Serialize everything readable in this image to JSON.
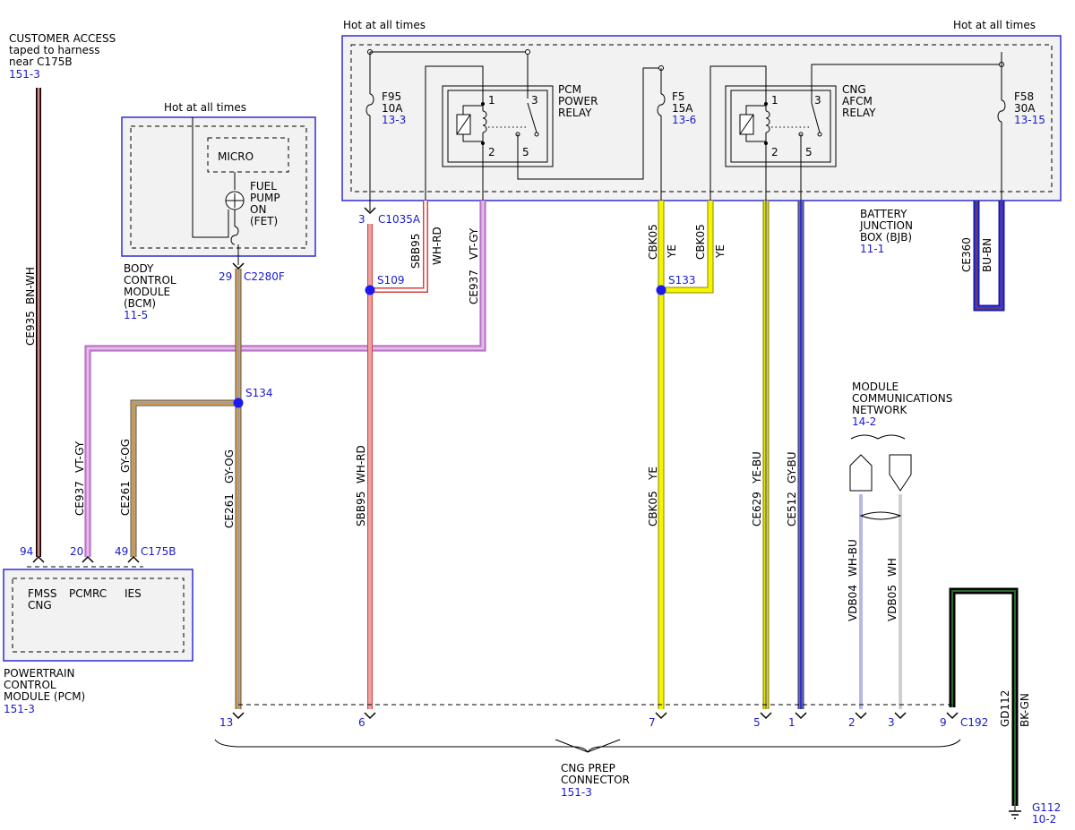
{
  "colors": {
    "box_border": "#2f2fd2",
    "box_fill": "#f2f2f2",
    "ref_text": "#1a1ad0",
    "splice_dot": "#1a1af0",
    "wire_BN_WH": "#8b1a1a",
    "wire_WH_RD": "#d94040",
    "wire_VT_GY": "#c070d0",
    "wire_GY_OG": "#c88a28",
    "wire_YE": "#f0f000",
    "wire_YE_BU": "#c8c820",
    "wire_GY_BU": "#4848a0",
    "wire_BU_BN": "#2020c0",
    "wire_BK_GN": "#1a4d1a",
    "wire_VDB04": "#8080e0",
    "wire_VDB05": "#b0b0b0"
  },
  "customer_access": {
    "line1": "CUSTOMER ACCESS",
    "line2": "taped to harness",
    "line3": "near C175B",
    "ref": "151-3"
  },
  "bjb": {
    "hot_left": "Hot at all times",
    "hot_right": "Hot at all times",
    "name_line1": "BATTERY",
    "name_line2": "JUNCTION",
    "name_line3": "BOX (BJB)",
    "ref": "11-1",
    "fuse_f95": {
      "name": "F95",
      "rating": "10A",
      "ref": "13-3"
    },
    "fuse_f5": {
      "name": "F5",
      "rating": "15A",
      "ref": "13-6"
    },
    "fuse_f58": {
      "name": "F58",
      "rating": "30A",
      "ref": "13-15"
    },
    "pcm_relay": {
      "line1": "PCM",
      "line2": "POWER",
      "line3": "RELAY",
      "pin1": "1",
      "pin2": "2",
      "pin3": "3",
      "pin5": "5"
    },
    "cng_relay": {
      "line1": "CNG",
      "line2": "AFCM",
      "line3": "RELAY",
      "pin1": "1",
      "pin2": "2",
      "pin3": "3",
      "pin5": "5"
    }
  },
  "bcm": {
    "hot": "Hot at all times",
    "micro": "MICRO",
    "fet_line1": "FUEL",
    "fet_line2": "PUMP",
    "fet_line3": "ON",
    "fet_line4": "(FET)",
    "name_line1": "BODY",
    "name_line2": "CONTROL",
    "name_line3": "MODULE",
    "name_line4": "(BCM)",
    "ref": "11-5",
    "pin": "29",
    "connector": "C2280F"
  },
  "pcm": {
    "name_line1": "POWERTRAIN",
    "name_line2": "CONTROL",
    "name_line3": "MODULE (PCM)",
    "ref": "151-3",
    "conn_fmss_1": "FMSS",
    "conn_fmss_2": "CNG",
    "conn_pcmrc": "PCMRC",
    "conn_ies": "IES",
    "pin_94": "94",
    "pin_20": "20",
    "pin_49": "49",
    "connector": "C175B"
  },
  "bjb_pins": {
    "pin3": "3",
    "connector": "C1035A"
  },
  "splices": {
    "s109": "S109",
    "s133": "S133",
    "s134": "S134"
  },
  "wires": {
    "ce935": "CE935",
    "ce935_c": "BN-WH",
    "ce937_a": "CE937",
    "ce937_a_c": "VT-GY",
    "ce937_b": "CE937",
    "ce937_b_c": "VT-GY",
    "ce261_a": "CE261",
    "ce261_a_c": "GY-OG",
    "ce261_b": "CE261",
    "ce261_b_c": "GY-OG",
    "sbb95_a": "SBB95",
    "sbb95_a_c": "WH-RD",
    "sbb95_b": "SBB95",
    "sbb95_b_c": "WH-RD",
    "cbk05_a": "CBK05",
    "cbk05_a_c": "YE",
    "cbk05_b": "CBK05",
    "cbk05_b_c": "YE",
    "cbk05_c": "CBK05",
    "cbk05_c_c": "YE",
    "ce629": "CE629",
    "ce629_c": "YE-BU",
    "ce512": "CE512",
    "ce512_c": "GY-BU",
    "ce360": "CE360",
    "ce360_c": "BU-BN",
    "vdb04": "VDB04",
    "vdb04_c": "WH-BU",
    "vdb05": "VDB05",
    "vdb05_c": "WH",
    "gd112": "GD112",
    "gd112_c": "BK-GN"
  },
  "network": {
    "line1": "MODULE",
    "line2": "COMMUNICATIONS",
    "line3": "NETWORK",
    "ref": "14-2"
  },
  "cng_conn": {
    "pin13": "13",
    "pin6": "6",
    "pin7": "7",
    "pin5": "5",
    "pin1": "1",
    "pin2": "2",
    "pin3": "3",
    "pin9": "9",
    "connector": "C192",
    "name_line1": "CNG PREP",
    "name_line2": "CONNECTOR",
    "ref": "151-3"
  },
  "ground": {
    "name": "G112",
    "ref": "10-2"
  }
}
